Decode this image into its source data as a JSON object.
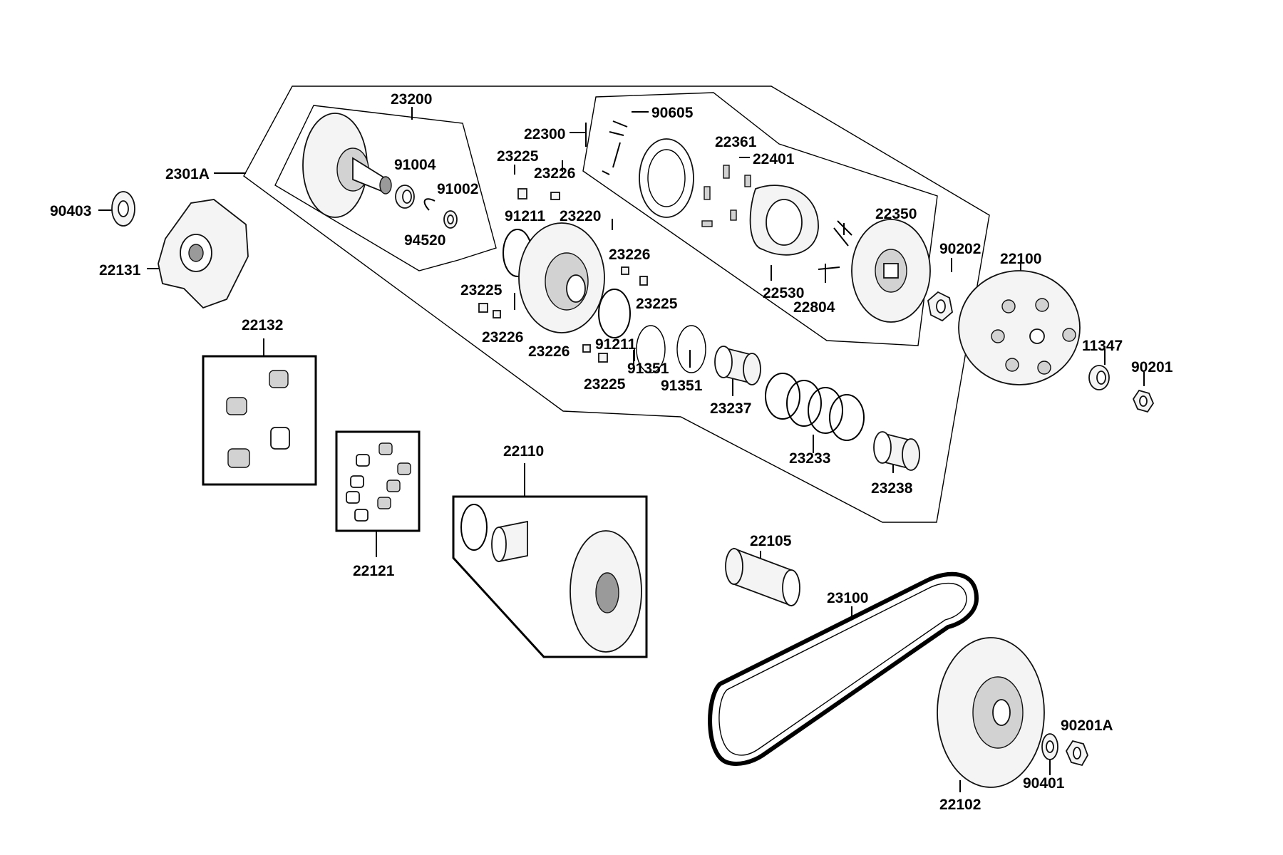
{
  "diagram": {
    "labels": {
      "p23200": "23200",
      "p91004": "91004",
      "p91002": "91002",
      "p94520": "94520",
      "p2301A": "2301A",
      "p90403": "90403",
      "p22131": "22131",
      "p22132": "22132",
      "p22121": "22121",
      "p22110": "22110",
      "p22300": "22300",
      "p90605": "90605",
      "p22361": "22361",
      "p22401": "22401",
      "p23225a": "23225",
      "p23226a": "23226",
      "p91211a": "91211",
      "p23220": "23220",
      "p23226b": "23226",
      "p23225b": "23225",
      "p23225c": "23225",
      "p23226c": "23226",
      "p23226d": "23226",
      "p91211b": "91211",
      "p23225d": "23225",
      "p91351a": "91351",
      "p91351b": "91351",
      "p23237": "23237",
      "p22530": "22530",
      "p22804": "22804",
      "p22350": "22350",
      "p90202": "90202",
      "p22100": "22100",
      "p11347": "11347",
      "p90201": "90201",
      "p23233": "23233",
      "p23238": "23238",
      "p22105": "22105",
      "p23100": "23100",
      "p90201A": "90201A",
      "p90401": "90401",
      "p22102": "22102"
    }
  }
}
